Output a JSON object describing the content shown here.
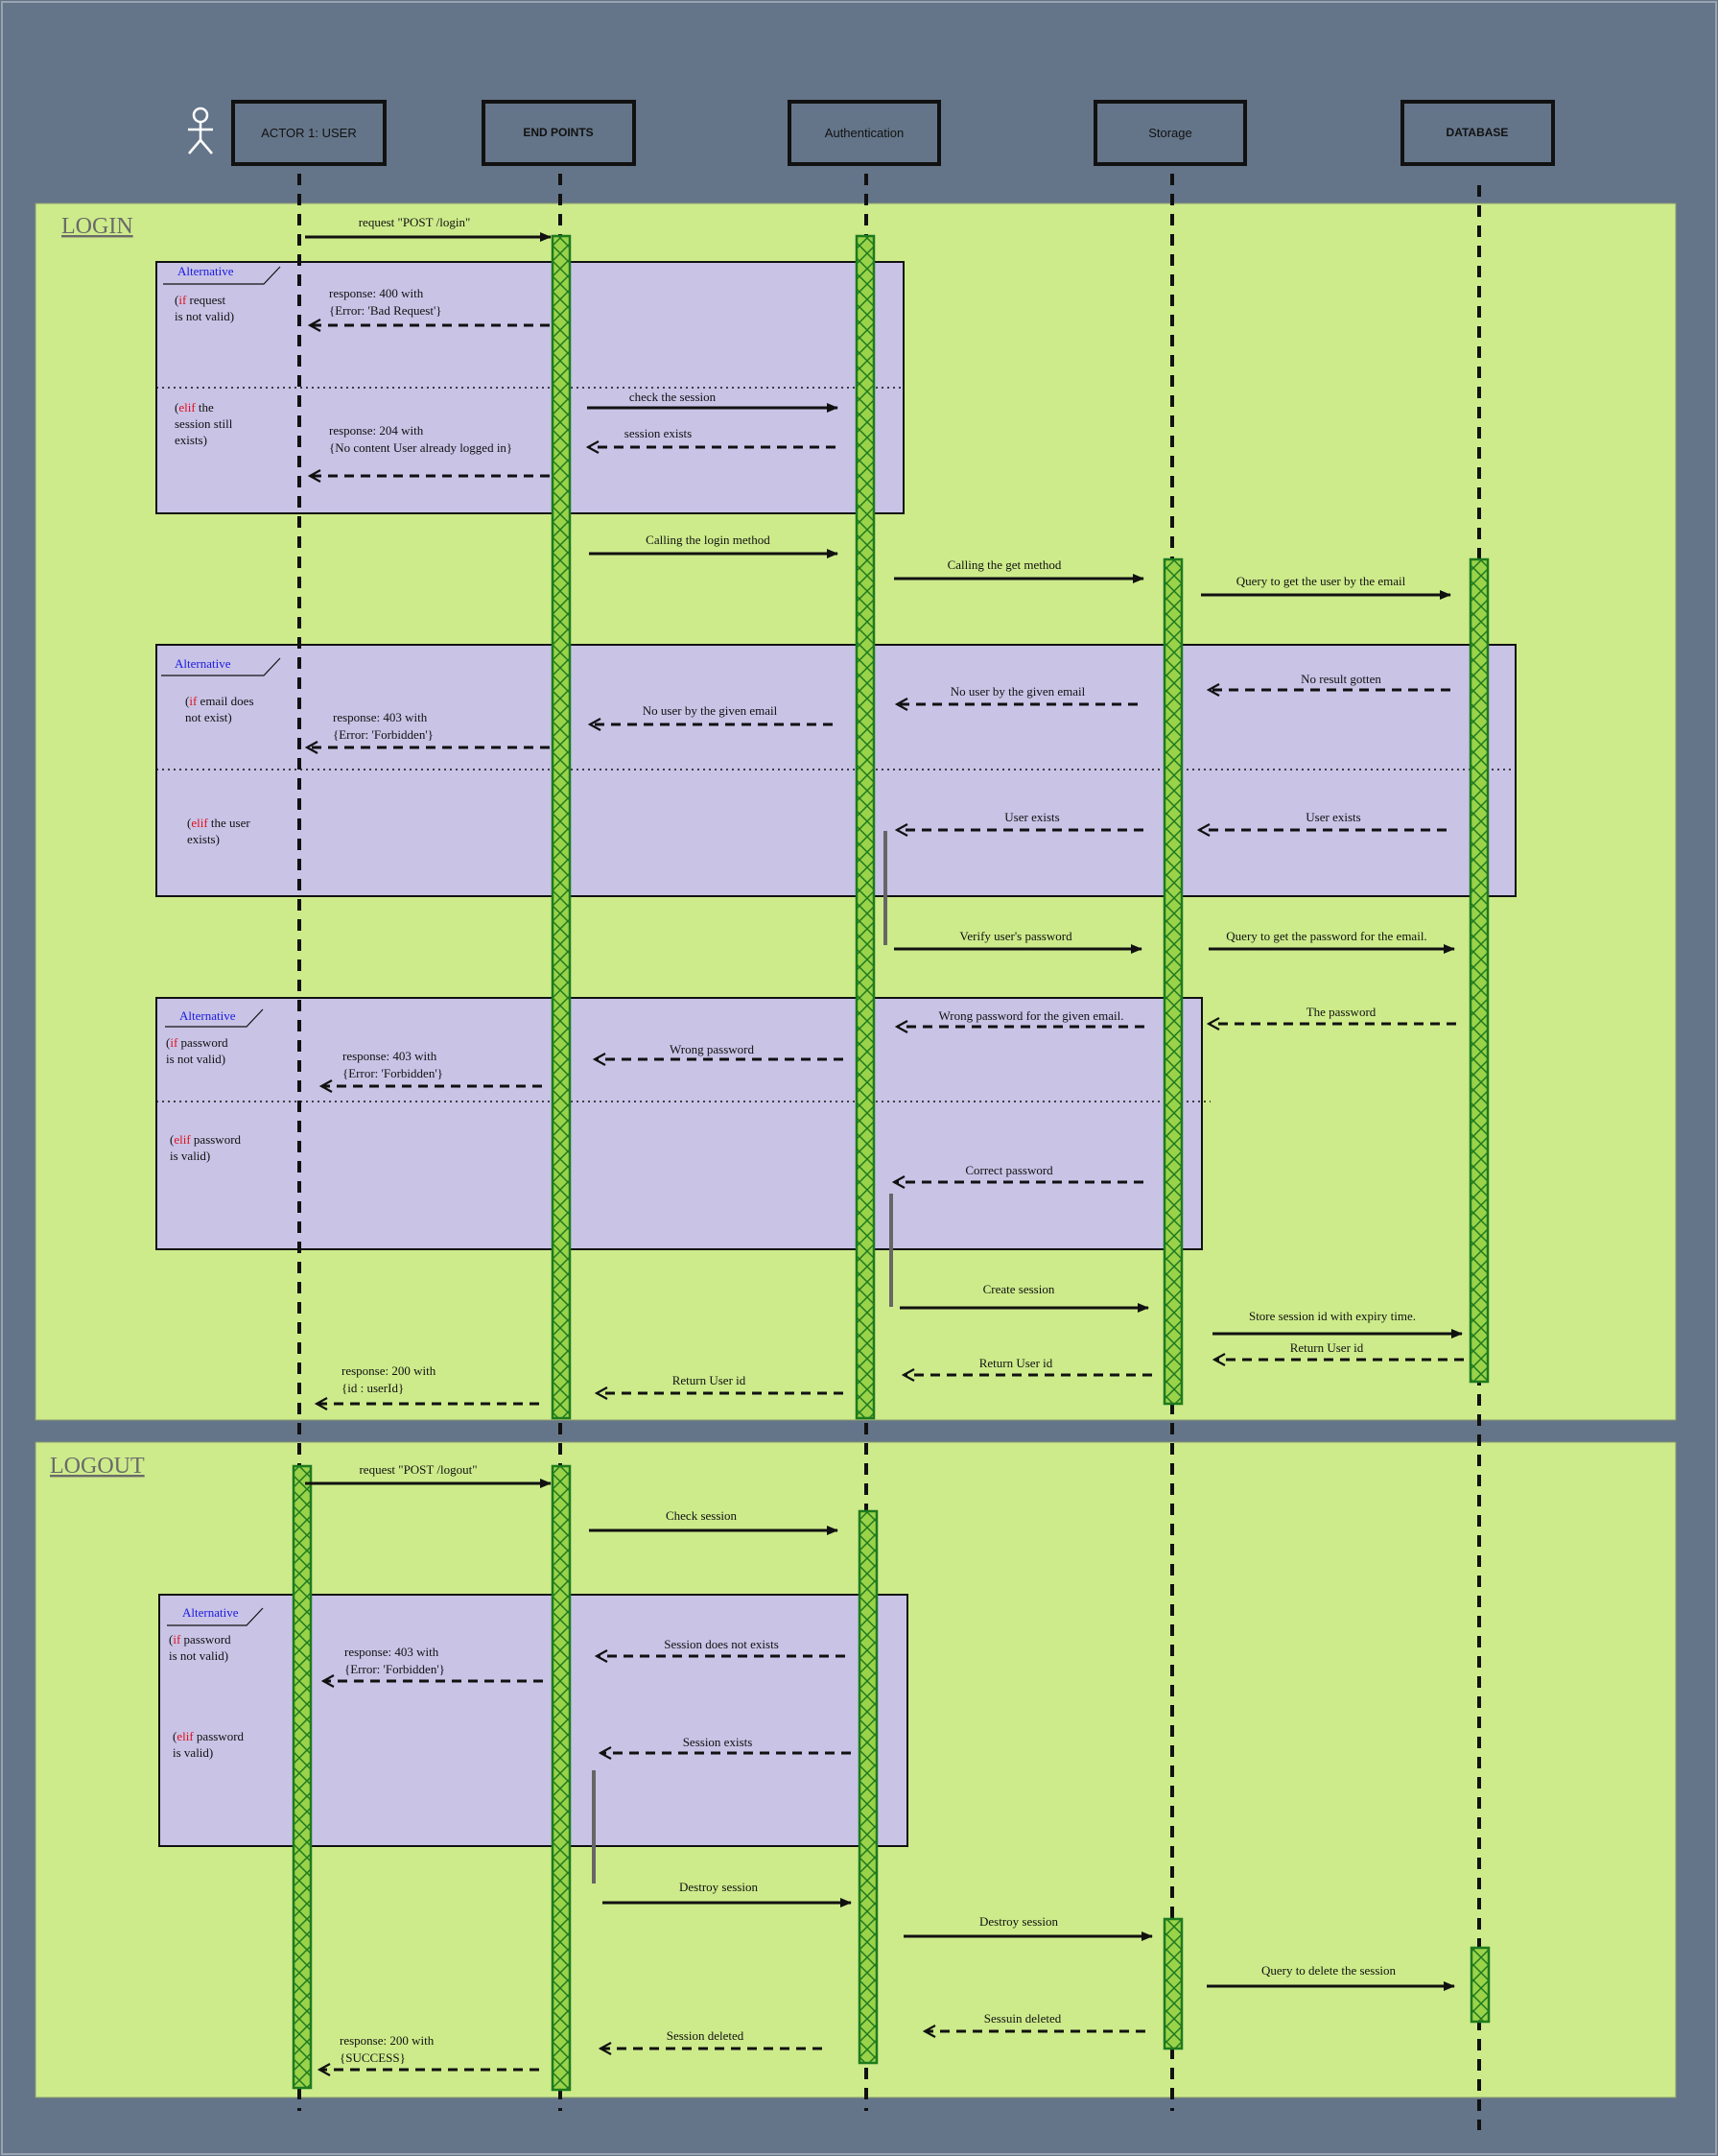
{
  "participants": [
    {
      "id": "user",
      "label": "ACTOR 1: USER",
      "bold": false,
      "actor": true
    },
    {
      "id": "endpoints",
      "label": "END POINTS",
      "bold": true
    },
    {
      "id": "auth",
      "label": "Authentication",
      "bold": false
    },
    {
      "id": "storage",
      "label": "Storage",
      "bold": false
    },
    {
      "id": "database",
      "label": "DATABASE",
      "bold": true
    }
  ],
  "frames": {
    "login_title": "LOGIN",
    "logout_title": "LOGOUT"
  },
  "alt_label": "Alternative",
  "login": {
    "req_login": "request \"POST /login\"",
    "alt1": {
      "if_kw": "if",
      "if_rest": [
        " request",
        "is not valid)"
      ],
      "resp400": [
        "response: 400 with",
        "{Error: 'Bad Request'}"
      ],
      "elif_kw": "elif",
      "elif_rest": [
        " the",
        "session still",
        "exists)"
      ],
      "check_session": "check the session",
      "session_exists": "session exists",
      "resp204": [
        "response: 204 with",
        "{No content User already logged in}"
      ]
    },
    "call_login": "Calling the login method",
    "call_get": "Calling the get method",
    "query_email": "Query to get the user by the email",
    "alt2": {
      "if_kw": "if",
      "if_rest": [
        " email does",
        "not exist)"
      ],
      "no_result": "No result gotten",
      "no_user_storage": "No user by the given email",
      "no_user_auth": "No user by the given email",
      "resp403": [
        "response: 403 with",
        "{Error: 'Forbidden'}"
      ],
      "elif_kw": "elif",
      "elif_rest": [
        " the user",
        "exists)"
      ],
      "user_exists_db": "User exists",
      "user_exists_storage": "User exists"
    },
    "verify_pw": "Verify user's password",
    "query_pw": "Query to get the password for the email.",
    "alt3": {
      "the_password": "The password",
      "wrong_pw_email": "Wrong password for the given email.",
      "if_kw": "if",
      "if_rest": [
        " password",
        "is not valid)"
      ],
      "wrong_pw": "Wrong password",
      "resp403": [
        "response: 403 with",
        "{Error: 'Forbidden'}"
      ],
      "elif_kw": "elif",
      "elif_rest": [
        " password",
        "is valid)"
      ],
      "correct_pw": "Correct password"
    },
    "create_session": "Create session",
    "store_session": "Store session id with expiry time.",
    "return_uid_db": "Return User id",
    "return_uid_storage": "Return User id",
    "return_uid_auth": "Return User id",
    "resp200": [
      "response: 200 with",
      "{id : userId}"
    ]
  },
  "logout": {
    "req_logout": "request \"POST /logout\"",
    "check_session": "Check session",
    "alt": {
      "if_kw": "if",
      "if_rest": [
        " password",
        "is not valid)"
      ],
      "not_exists": "Session does not exists",
      "resp403": [
        "response: 403 with",
        "{Error: 'Forbidden'}"
      ],
      "elif_kw": "elif",
      "elif_rest": [
        " password",
        "is valid)"
      ],
      "session_exists": "Session exists"
    },
    "destroy_ep": "Destroy session",
    "destroy_auth": "Destroy session",
    "query_delete": "Query to delete the session",
    "sessuin_deleted": "Sessuin deleted",
    "session_deleted": "Session  deleted",
    "resp200": [
      "response: 200 with",
      "{SUCCESS}"
    ]
  },
  "colors": {
    "background": "#647589",
    "frame_fill": "#cdeb8b",
    "alt_fill": "#c9c3e6",
    "activation_fill": "#9ad24a",
    "activation_stroke": "#1e7a1e",
    "keyword_red": "#e0101a",
    "alt_label_blue": "#1a1ae0"
  }
}
